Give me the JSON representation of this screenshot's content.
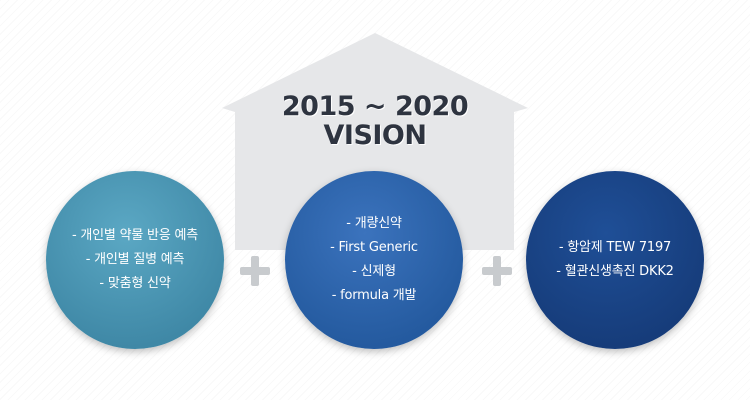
{
  "vision": {
    "year_range": "2015 ~ 2020",
    "label": "VISION"
  },
  "circles": [
    {
      "lines": [
        "- 개인별 약물 반응 예측",
        "- 개인별 질병 예측",
        "- 맞춤형 신약"
      ],
      "color": "#4a94b3"
    },
    {
      "lines": [
        "- 개량신약",
        "- First Generic",
        "- 신제형",
        "- formula 개발"
      ],
      "color": "#2c63ab"
    },
    {
      "lines": [
        "- 항암제 TEW 7197",
        "- 혈관신생촉진 DKK2"
      ],
      "color": "#1a4486"
    }
  ],
  "colors": {
    "house": "#e6e7e9",
    "plus": "#c8cbce",
    "title": "#2e3440"
  }
}
